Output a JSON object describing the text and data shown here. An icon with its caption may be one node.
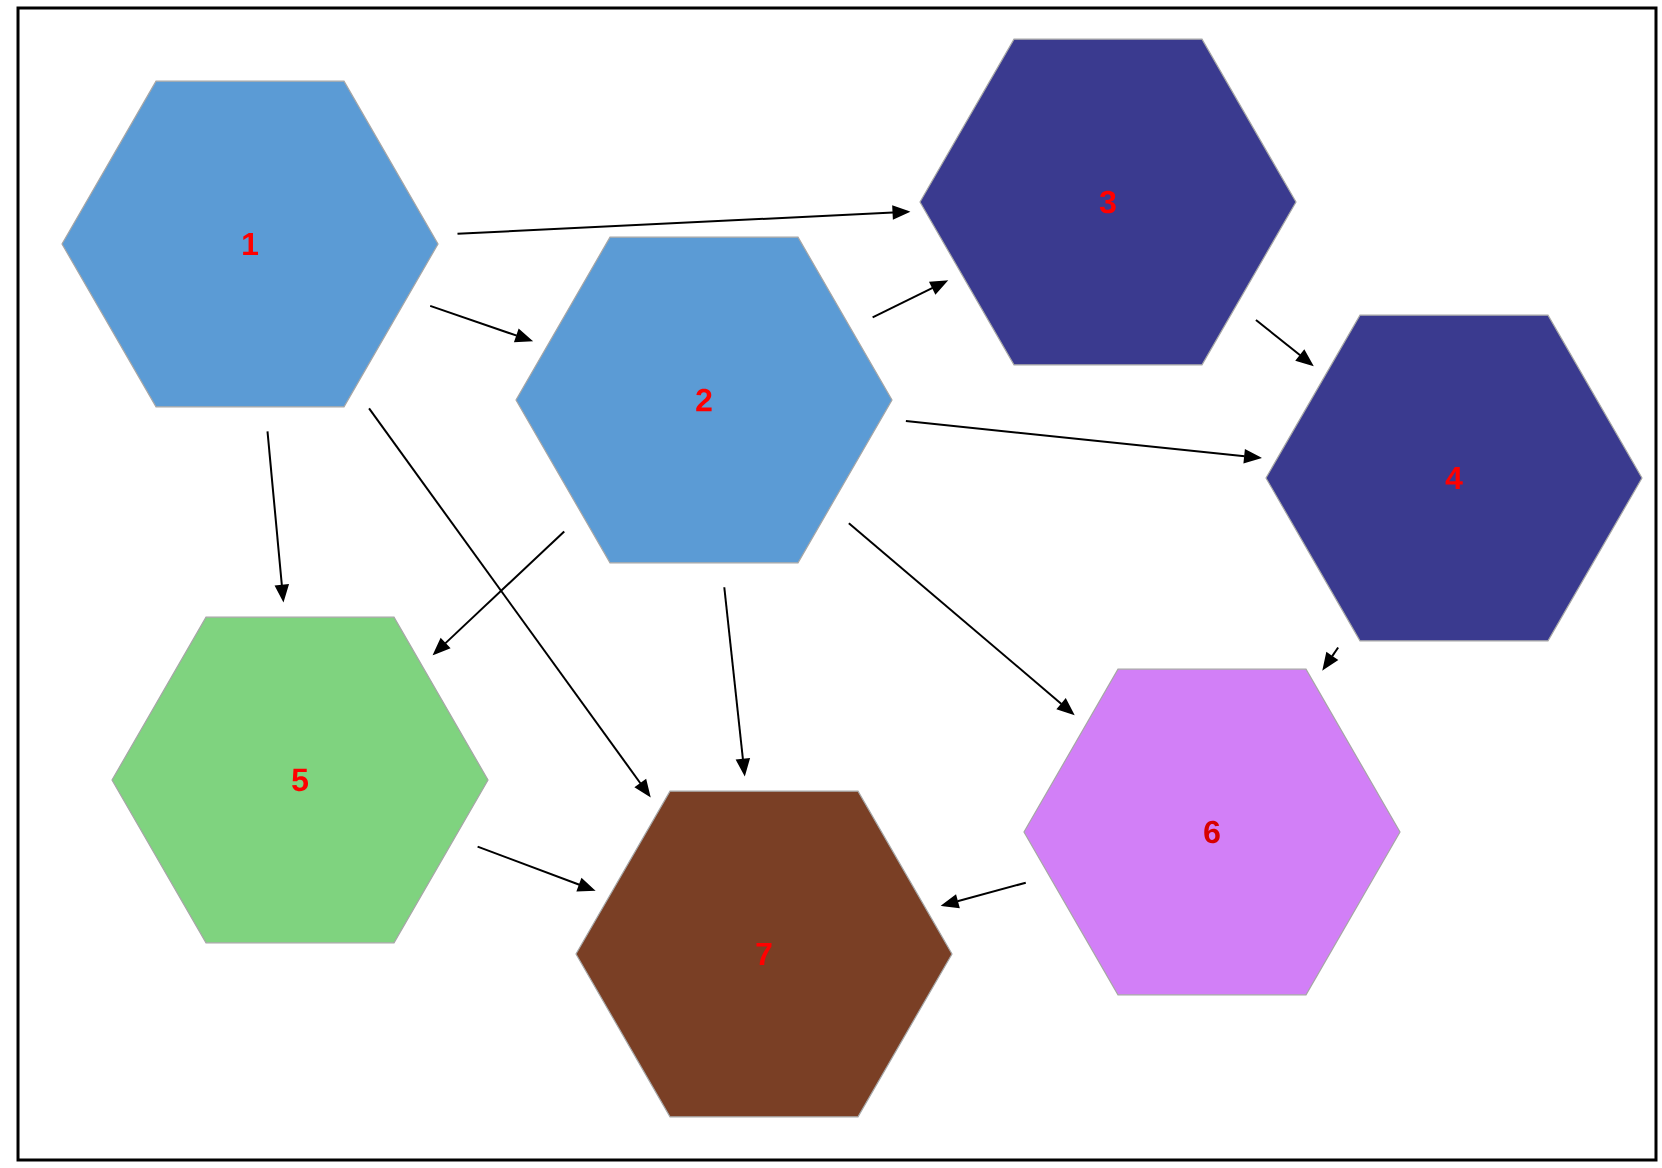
{
  "diagram": {
    "nodes": [
      {
        "text": [
          "1"
        ]
      },
      {
        "text": [
          "2"
        ]
      },
      {
        "text": [
          "3"
        ]
      },
      {
        "text": [
          "4"
        ]
      },
      {
        "text": [
          "5"
        ]
      },
      {
        "text": [
          "6"
        ]
      },
      {
        "text": [
          "7"
        ]
      }
    ],
    "edges": [
      {
        "from": 0,
        "to": 2,
        "arrow": "to"
      },
      {
        "from": 0,
        "to": 1,
        "arrow": "to"
      },
      {
        "from": 0,
        "to": 4,
        "arrow": "to"
      },
      {
        "from": 0,
        "to": 6,
        "arrow": "to"
      },
      {
        "from": 1,
        "to": 2,
        "arrow": "to"
      },
      {
        "from": 1,
        "to": 3,
        "arrow": "to"
      },
      {
        "from": 1,
        "to": 4,
        "arrow": "to"
      },
      {
        "from": 1,
        "to": 6,
        "arrow": "to"
      },
      {
        "from": 1,
        "to": 5,
        "arrow": "to"
      },
      {
        "from": 2,
        "to": 3,
        "arrow": "to"
      },
      {
        "from": 3,
        "to": 5,
        "arrow": "to"
      },
      {
        "from": 4,
        "to": 6,
        "arrow": "to"
      },
      {
        "from": 5,
        "to": 6,
        "arrow": "to"
      }
    ]
  }
}
